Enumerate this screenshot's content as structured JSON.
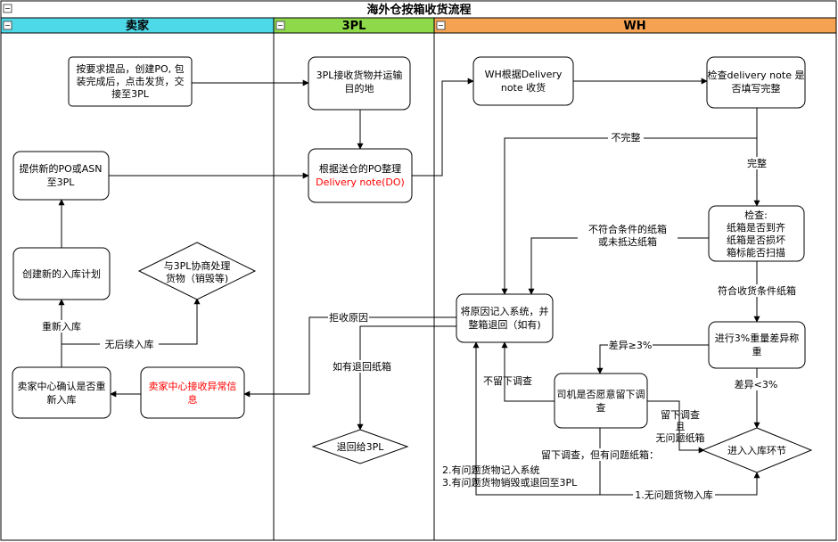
{
  "title": "海外仓按箱收货流程",
  "lanes": {
    "seller": {
      "label": "卖家",
      "color": "#4dd9e8"
    },
    "tpl": {
      "label": "3PL",
      "color": "#8ed94a"
    },
    "wh": {
      "label": "WH",
      "color": "#f5a352"
    }
  },
  "nodes": {
    "s1": [
      "按要求提品，创建PO, 包",
      "装完成后，点击发货，交",
      "接至3PL"
    ],
    "s2": [
      "提供新的PO或ASN",
      "至3PL"
    ],
    "s3": [
      "创建新的入库计划"
    ],
    "s4": [
      "与3PL协商处理",
      "货物（销毁等)"
    ],
    "s5": [
      "卖家中心确认是否重",
      "新入库"
    ],
    "s6": [
      "卖家中心接收异常信",
      "息"
    ],
    "p1": [
      "3PL接收货物并运输",
      "目的地"
    ],
    "p2a": "根据送仓的PO整理",
    "p2b": "Delivery note(DO)",
    "p3": [
      "退回给3PL"
    ],
    "w1": [
      "WH根据Delivery",
      "note 收货"
    ],
    "w2": [
      "检查delivery note 是",
      "否填写完整"
    ],
    "w3": [
      "检查:",
      "纸箱是否到齐",
      "纸箱是否损坏",
      "箱标能否扫描"
    ],
    "w4": [
      "将原因记入系统，并",
      "整箱退回（如有)"
    ],
    "w5": [
      "进行3%重量差异称",
      "重"
    ],
    "w6": [
      "司机是否愿意留下调",
      "查"
    ],
    "w7": [
      "进入入库环节"
    ]
  },
  "labels": {
    "incomplete": "不完整",
    "complete": "完整",
    "nonconform": [
      "不符合条件的纸箱",
      "或未抵达纸箱"
    ],
    "conform": "符合收货条件纸箱",
    "diff_ge": "差异≥3%",
    "diff_lt": "差异<3%",
    "no_stay": "不留下调查",
    "stay_ok": [
      "留下调查",
      "且",
      "无问题纸箱"
    ],
    "stay_problem": "留下调查，但有问题纸箱：",
    "record_problem": "2.有问题货物记入系统",
    "destroy_problem": "3.有问题货物销毁或退回至3PL",
    "no_problem_in": "1.无问题货物入库",
    "reject_reason": "拒收原因",
    "has_return": "如有退回纸箱",
    "reinbound": "重新入库",
    "no_reinbound": "无后续入库"
  }
}
